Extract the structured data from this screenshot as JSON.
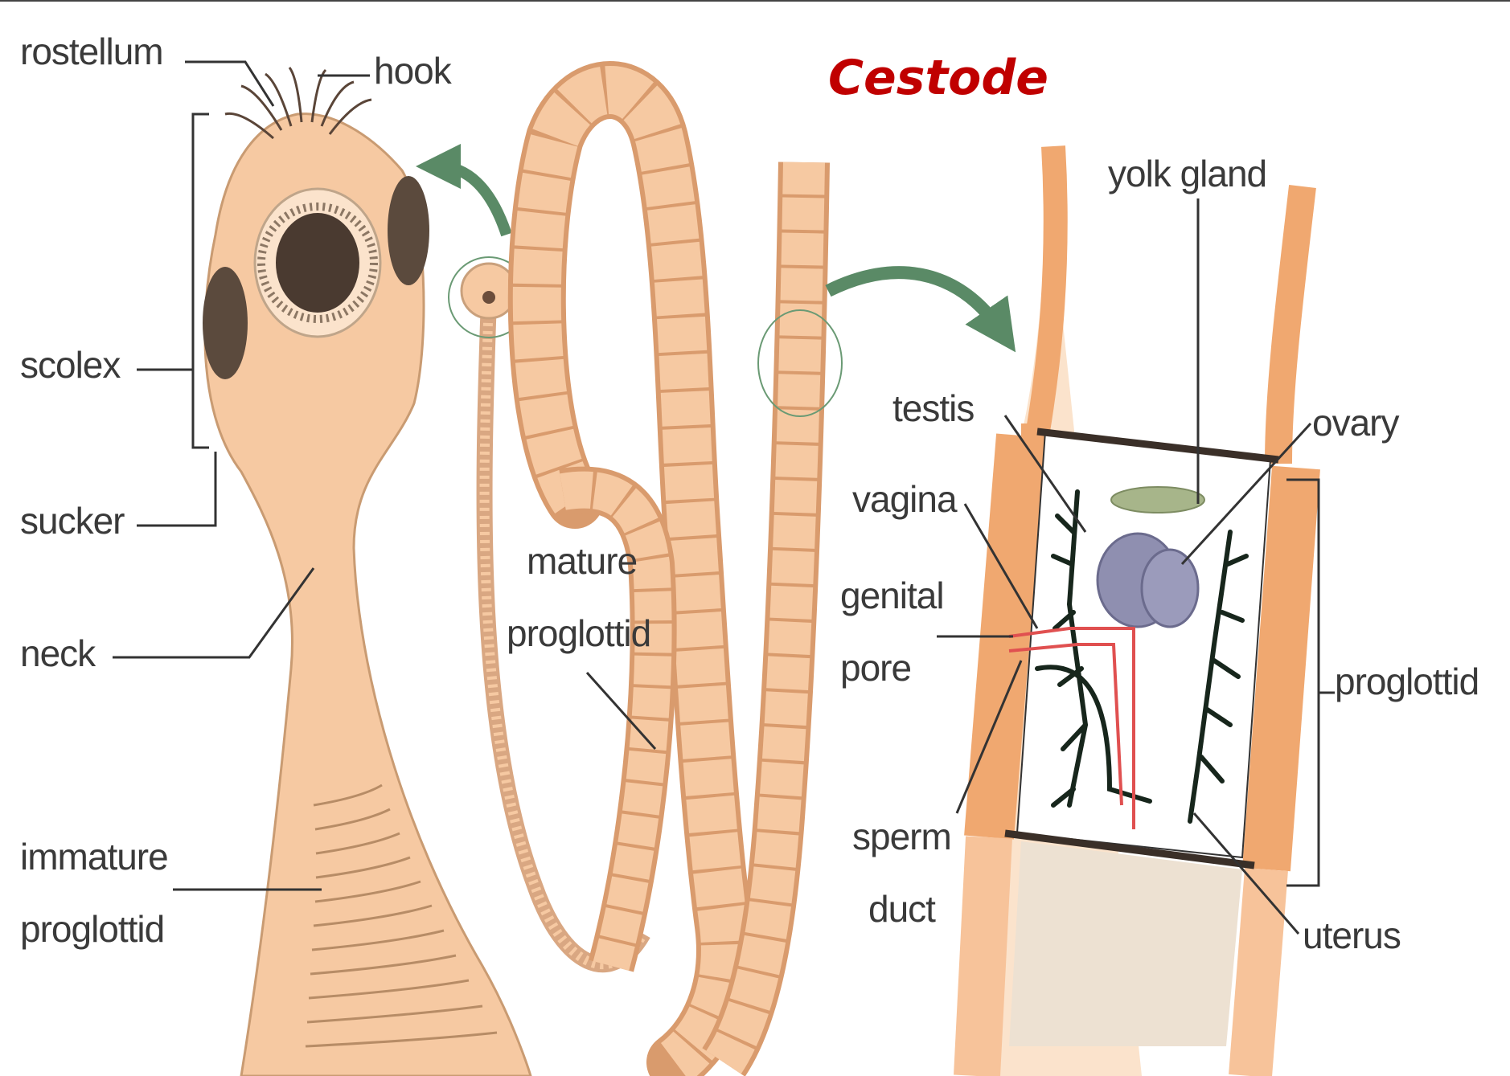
{
  "title": "Cestode",
  "colors": {
    "title": "#c00000",
    "body": "#f6c9a2",
    "segment_dark": "#e8a978",
    "sucker": "#4a3a30",
    "arrow": "#5a8a66",
    "tissue": "#f0a870",
    "yolk": "#a7b58a",
    "ovary": "#8f8fb0",
    "genital": "#e05050"
  },
  "labels": {
    "rostellum": "rostellum",
    "hook": "hook",
    "scolex": "scolex",
    "sucker": "sucker",
    "neck": "neck",
    "immature_1": "immature",
    "immature_2": "proglottid",
    "mature_1": "mature",
    "mature_2": "proglottid",
    "yolk_gland": "yolk gland",
    "testis": "testis",
    "vagina": "vagina",
    "genital_1": "genital",
    "genital_2": "pore",
    "sperm_1": "sperm",
    "sperm_2": "duct",
    "ovary": "ovary",
    "proglottid": "proglottid",
    "uterus": "uterus"
  }
}
